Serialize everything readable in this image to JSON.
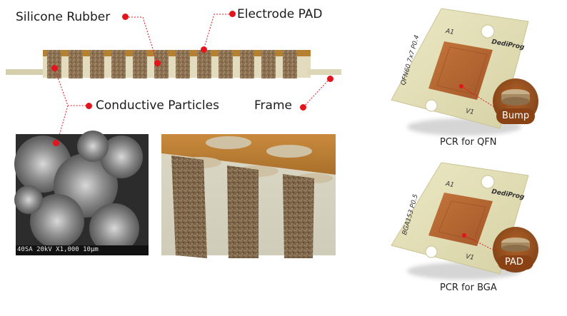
{
  "labels": {
    "silicone_rubber": "Silicone Rubber",
    "electrode_pad": "Electrode PAD",
    "conductive_particles": "Conductive Particles",
    "frame": "Frame",
    "bump": "Bump",
    "pad": "PAD",
    "pcr_qfn": "PCR for QFN",
    "pcr_bga": "PCR for BGA"
  },
  "boards": {
    "qfn": {
      "corner_a1": "A1",
      "brand": "DediProg",
      "model": "QFN60 7x7 P0.4",
      "corner_v1": "V1"
    },
    "bga": {
      "corner_a1": "A1",
      "brand": "DediProg",
      "model": "BGA153 P0.5",
      "corner_v1": "V1"
    }
  },
  "sem": {
    "scale_text": "40SA 20kV X1,000 10μm"
  },
  "colors": {
    "callout": "#e3141b",
    "board": "#e4e0b4",
    "pad_orange": "#b8672e",
    "frame": "#ddd7b8",
    "particle": "#8a7050"
  }
}
